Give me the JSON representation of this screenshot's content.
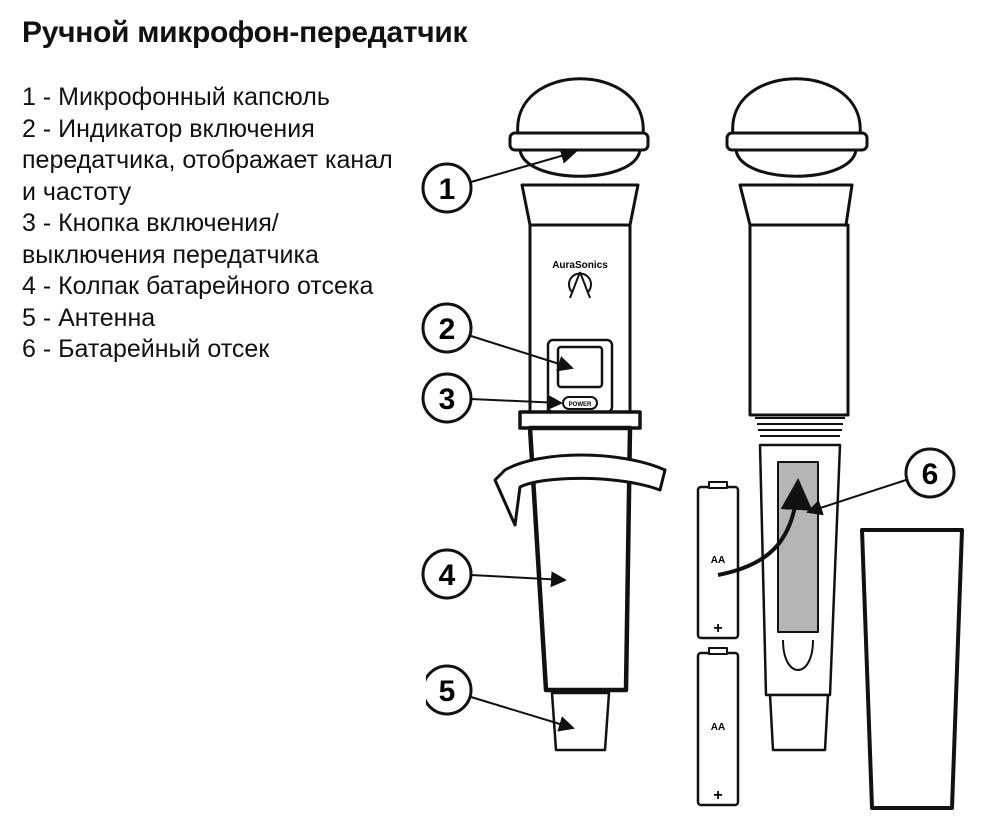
{
  "title": "Ручной микрофон-передатчик",
  "legend": [
    "1 - Микрофонный капсюль",
    "2 - Индикатор включения передатчика, отображает канал и частоту",
    "3 - Кнопка включения/ выключения передатчика",
    "4 - Колпак батарейного отсека",
    "5 - Антенна",
    "6 - Батарейный отсек"
  ],
  "diagram": {
    "brand": "AuraSonics",
    "power_label": "POWER",
    "battery_label": "AA",
    "battery_plus": "+",
    "callouts": [
      "1",
      "2",
      "3",
      "4",
      "5",
      "6"
    ],
    "battery_color": "#b5b5b5"
  }
}
